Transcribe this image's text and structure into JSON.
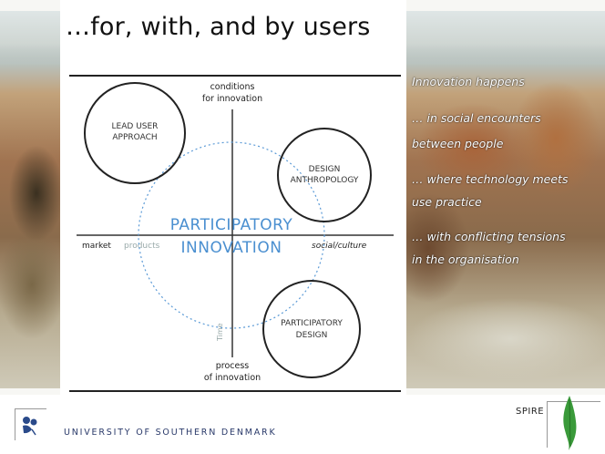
{
  "slide": {
    "title": "…for, with, and by users",
    "diagram": {
      "axis_top": [
        "conditions",
        "for innovation"
      ],
      "axis_bottom": [
        "process",
        "of innovation"
      ],
      "axis_left": "market",
      "axis_left_faint": "products",
      "axis_right": "social/culture",
      "axis_bottom_faint": "Time",
      "circle_top_left": [
        "LEAD USER",
        "APPROACH"
      ],
      "circle_top_right": [
        "DESIGN",
        "ANTHROPOLOGY"
      ],
      "circle_bottom_right": [
        "PARTICIPATORY",
        "DESIGN"
      ],
      "center": [
        "PARTICIPATORY",
        "INNOVATION"
      ]
    },
    "bullets": [
      "Innovation happens",
      "… in social encounters",
      "between people",
      "… where technology meets",
      "use practice",
      "… with conflicting tensions",
      "in the organisation"
    ],
    "footer": {
      "university": "UNIVERSITY OF SOUTHERN DENMARK",
      "spire_label": "SPIRE"
    },
    "colors": {
      "title": "#111111",
      "center_text": "#4a8fd0",
      "bullet_text": "#ffffff",
      "footer_text": "#2a3a6a",
      "spire_green": "#3a9a3a"
    }
  }
}
